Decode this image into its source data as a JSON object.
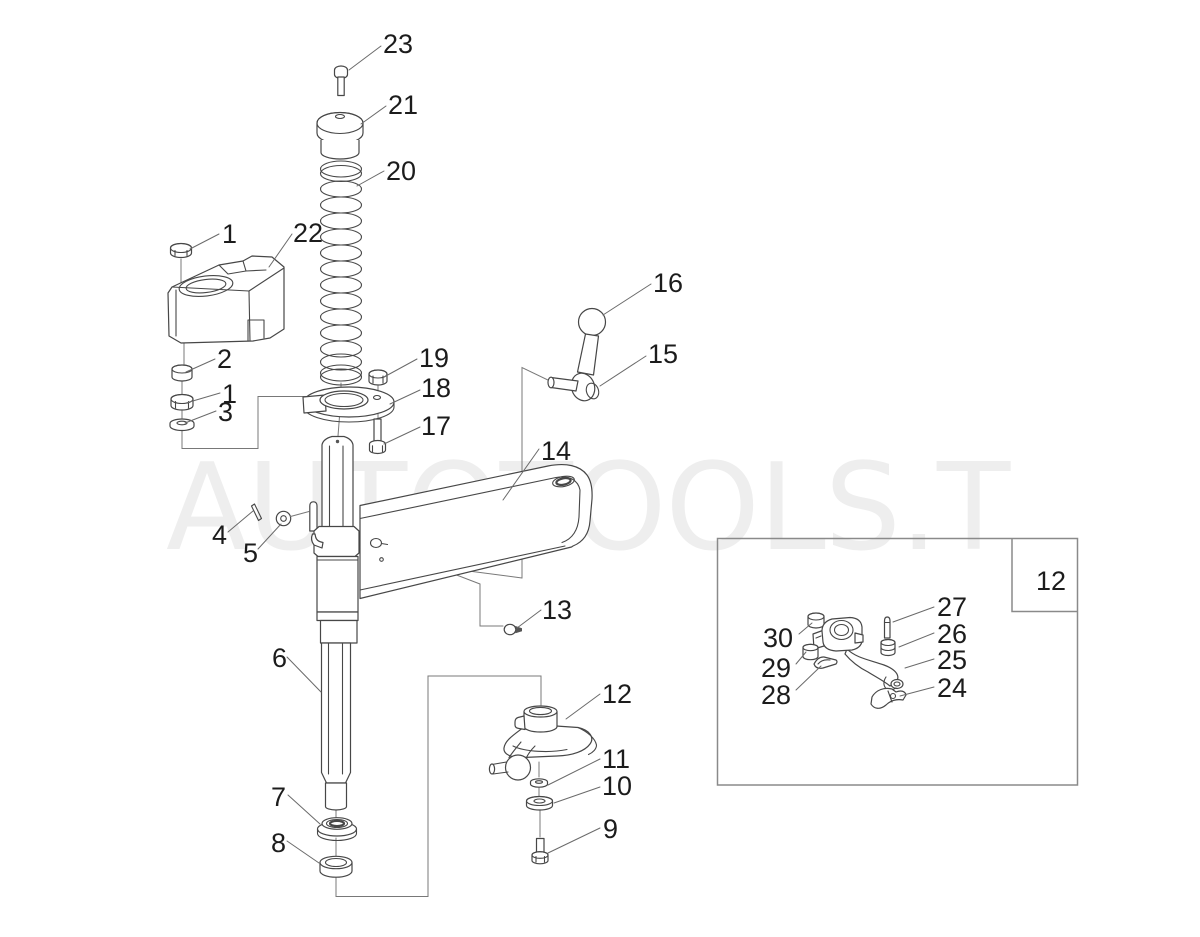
{
  "watermark": {
    "text": "AUTOTOOLS.T"
  },
  "colors": {
    "line": "#474747",
    "leader": "#6a6a6a",
    "label_text": "#1c1c1c",
    "watermark": "#eeeeee",
    "inset_border": "#8a8a8a",
    "background": "#ffffff"
  },
  "callouts": [
    {
      "label": "23"
    },
    {
      "label": "21"
    },
    {
      "label": "20"
    },
    {
      "label": "1"
    },
    {
      "label": "22"
    },
    {
      "label": "2"
    },
    {
      "label": "1"
    },
    {
      "label": "3"
    },
    {
      "label": "19"
    },
    {
      "label": "18"
    },
    {
      "label": "17"
    },
    {
      "label": "16"
    },
    {
      "label": "15"
    },
    {
      "label": "14"
    },
    {
      "label": "13"
    },
    {
      "label": "4"
    },
    {
      "label": "5"
    },
    {
      "label": "6"
    },
    {
      "label": "12"
    },
    {
      "label": "11"
    },
    {
      "label": "10"
    },
    {
      "label": "9"
    },
    {
      "label": "7"
    },
    {
      "label": "8"
    },
    {
      "label": "12"
    },
    {
      "label": "30"
    },
    {
      "label": "29"
    },
    {
      "label": "28"
    },
    {
      "label": "27"
    },
    {
      "label": "26"
    },
    {
      "label": "25"
    },
    {
      "label": "24"
    }
  ]
}
